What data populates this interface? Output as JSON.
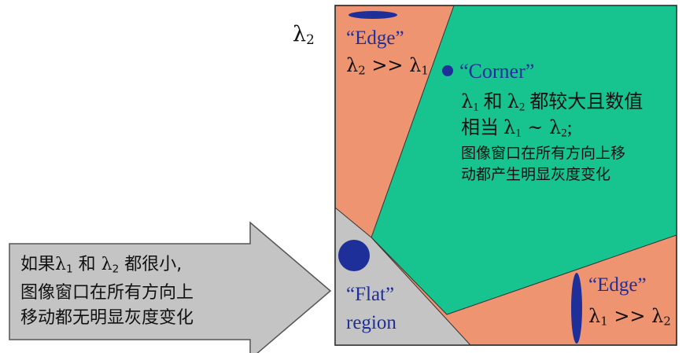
{
  "diagram": {
    "axis_label": {
      "symbol": "λ",
      "sub": "2"
    },
    "corner_region": {
      "title": "“Corner”",
      "line1_a": "λ",
      "line1_a_sub": "1",
      "line1_and": " 和 ",
      "line1_b": "λ",
      "line1_b_sub": "2",
      "line1_rest": " 都较大且数值",
      "line2_pre": "相当 ",
      "line2_a": "λ",
      "line2_a_sub": "1",
      "line2_tilde": " ~ ",
      "line2_b": "λ",
      "line2_b_sub": "2",
      "line2_end": ";",
      "line3": "图像窗口在所有方向上移",
      "line4": "动都产生明显灰度变化"
    },
    "edge_top": {
      "title": "“Edge”",
      "rel_a": "λ",
      "rel_a_sub": "2",
      "rel_op": " >> ",
      "rel_b": "λ",
      "rel_b_sub": "1"
    },
    "edge_bottom": {
      "title": "“Edge”",
      "rel_a": "λ",
      "rel_a_sub": "1",
      "rel_op": " >> ",
      "rel_b": "λ",
      "rel_b_sub": "2"
    },
    "flat_region": {
      "title": "“Flat”",
      "subtitle": "region"
    },
    "callout": {
      "line1_pre": "如果",
      "line1_a": "λ",
      "line1_a_sub": "1",
      "line1_and": " 和 ",
      "line1_b": "λ",
      "line1_b_sub": "2",
      "line1_rest": " 都很小,",
      "line2": "图像窗口在所有方向上",
      "line3": "移动都无明显灰度变化"
    },
    "colors": {
      "orange": "#ee9471",
      "green": "#17c490",
      "gray": "#c4c4c4",
      "blue": "#1f2f9a",
      "text_blue": "#1f2f9a",
      "callout_fill": "#c4c4c4"
    }
  }
}
